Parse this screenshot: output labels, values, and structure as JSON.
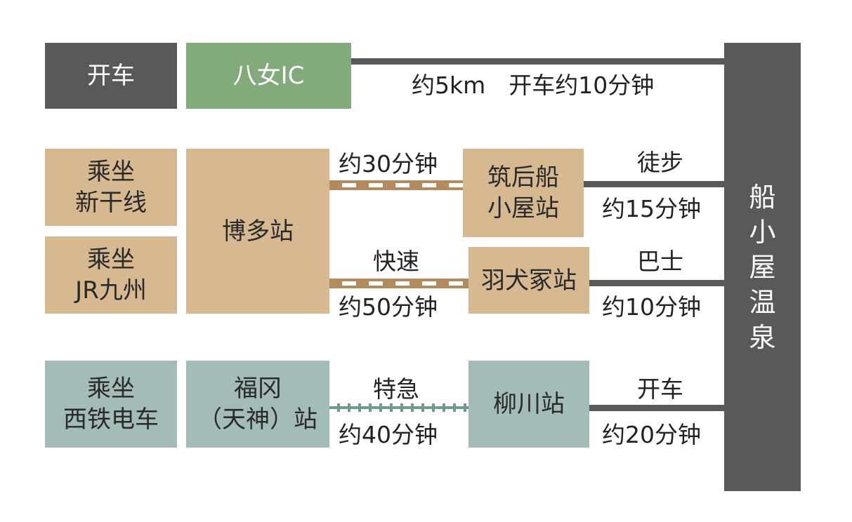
{
  "rows": {
    "car": {
      "mode_label": "开车",
      "origin": "八女IC",
      "route_info": "约5km　开车约10分钟"
    },
    "shinkansen": {
      "mode_label_line1": "乘坐",
      "mode_label_line2": "新干线"
    },
    "jr": {
      "mode_label_line1": "乘坐",
      "mode_label_line2": "JR九州"
    },
    "hakata": {
      "station": "博多站",
      "route_a": {
        "time": "约30分钟",
        "dest_line1": "筑后船",
        "dest_line2": "小屋站",
        "mode": "徒步",
        "mode_time": "约15分钟"
      },
      "route_b": {
        "type": "快速",
        "time": "约50分钟",
        "dest": "羽犬冢站",
        "mode": "巴士",
        "mode_time": "约10分钟"
      }
    },
    "nishitetsu": {
      "mode_label_line1": "乘坐",
      "mode_label_line2": "西铁电车",
      "station_line1": "福冈",
      "station_line2": "（天神）站",
      "type": "特急",
      "time": "约40分钟",
      "dest": "柳川站",
      "mode": "开车",
      "mode_time": "约20分钟"
    }
  },
  "destination": {
    "chars": [
      "船",
      "小",
      "屋",
      "温",
      "泉"
    ]
  },
  "colors": {
    "dark": "#59595b",
    "green": "#83aa7a",
    "tan": "#d6b990",
    "tan_rail": "#b28a5e",
    "teal": "#a3bcb7",
    "teal_rail": "#6f9a8f"
  }
}
